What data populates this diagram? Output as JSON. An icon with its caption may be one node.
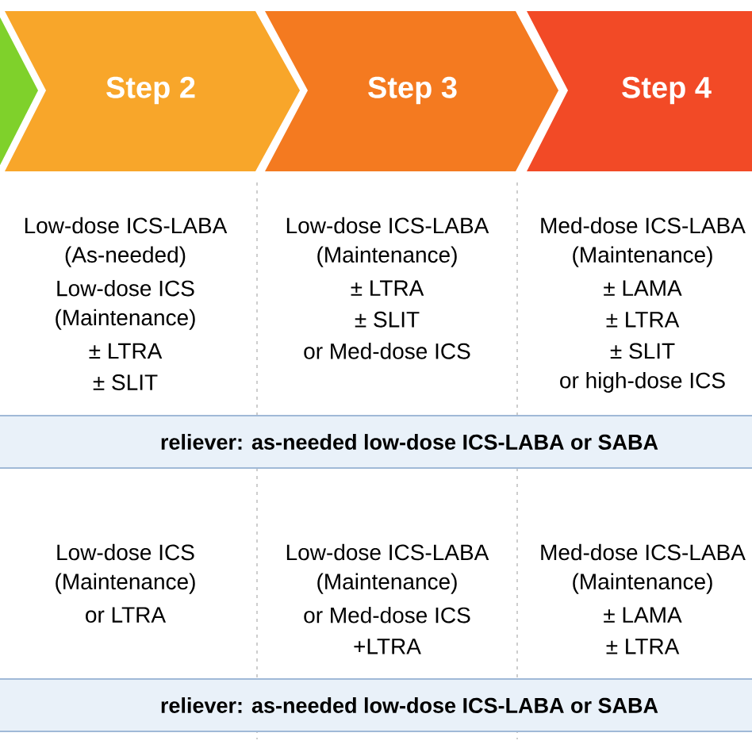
{
  "diagram": {
    "nodes": [
      {
        "text": [],
        "shape": "chevron"
      },
      {
        "text": [
          "Step 2"
        ]
      },
      {
        "text": [
          "Step 3"
        ]
      },
      {
        "text": [
          "Step 4"
        ]
      },
      {
        "text": [
          "reliever: as-needed low-dose ICS-LABA or SABA"
        ]
      },
      {
        "text": [
          "reliever: as-needed low-dose ICS-LABA or SABA"
        ]
      }
    ],
    "edges": [],
    "labels": [
      "Low-dose ICS-LABA",
      "(As-needed)",
      "Low-dose ICS",
      "(Maintenance)",
      "± LTRA",
      "± SLIT",
      "Low-dose ICS-LABA",
      "(Maintenance)",
      "± LTRA",
      "± SLIT",
      "or Med-dose ICS",
      "Med-dose ICS-LABA",
      "(Maintenance)",
      "± LAMA",
      "± LTRA",
      "± SLIT",
      "or high-dose ICS",
      "Low-dose ICS",
      "(Maintenance)",
      "or LTRA",
      "Low-dose ICS-LABA",
      "(Maintenance)",
      "or Med-dose ICS",
      "+LTRA",
      "Med-dose ICS-LABA",
      "(Maintenance)",
      "± LAMA",
      "± LTRA"
    ]
  }
}
